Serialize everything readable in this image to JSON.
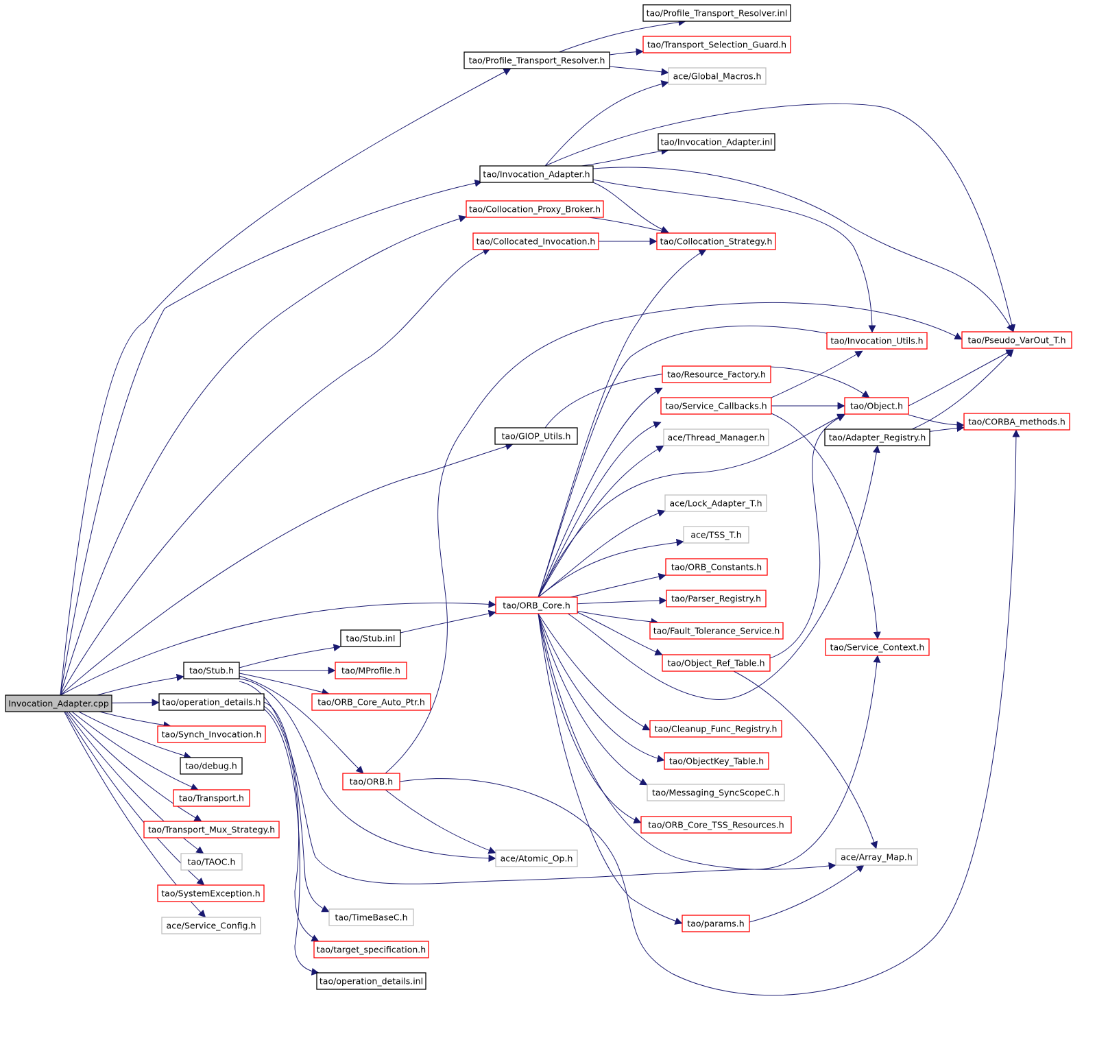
{
  "diagram": {
    "colors": {
      "edge": "#191970",
      "black": "#000000",
      "red": "#ff0000",
      "grey": "#bfbfbf",
      "root_fill": "#bfbfbf"
    },
    "nodes": [
      {
        "id": "n0",
        "label": "Invocation_Adapter.cpp",
        "kind": "root"
      },
      {
        "id": "n1",
        "label": "tao/Profile_Transport_Resolver.inl",
        "kind": "black"
      },
      {
        "id": "n2",
        "label": "tao/Transport_Selection_Guard.h",
        "kind": "red"
      },
      {
        "id": "n3",
        "label": "tao/Profile_Transport_Resolver.h",
        "kind": "black"
      },
      {
        "id": "n4",
        "label": "ace/Global_Macros.h",
        "kind": "grey"
      },
      {
        "id": "n5",
        "label": "tao/Invocation_Adapter.inl",
        "kind": "black"
      },
      {
        "id": "n6",
        "label": "tao/Invocation_Adapter.h",
        "kind": "black"
      },
      {
        "id": "n7",
        "label": "tao/Collocation_Proxy_Broker.h",
        "kind": "red"
      },
      {
        "id": "n8",
        "label": "tao/Collocated_Invocation.h",
        "kind": "red"
      },
      {
        "id": "n9",
        "label": "tao/Collocation_Strategy.h",
        "kind": "red"
      },
      {
        "id": "n10",
        "label": "tao/Invocation_Utils.h",
        "kind": "red"
      },
      {
        "id": "n11",
        "label": "tao/Pseudo_VarOut_T.h",
        "kind": "red"
      },
      {
        "id": "n12",
        "label": "tao/Resource_Factory.h",
        "kind": "red"
      },
      {
        "id": "n13",
        "label": "tao/Service_Callbacks.h",
        "kind": "red"
      },
      {
        "id": "n14",
        "label": "tao/Object.h",
        "kind": "red"
      },
      {
        "id": "n15",
        "label": "tao/CORBA_methods.h",
        "kind": "red"
      },
      {
        "id": "n16",
        "label": "tao/GIOP_Utils.h",
        "kind": "black"
      },
      {
        "id": "n17",
        "label": "ace/Thread_Manager.h",
        "kind": "grey"
      },
      {
        "id": "n18",
        "label": "tao/Adapter_Registry.h",
        "kind": "black"
      },
      {
        "id": "n19",
        "label": "ace/Lock_Adapter_T.h",
        "kind": "grey"
      },
      {
        "id": "n20",
        "label": "ace/TSS_T.h",
        "kind": "grey"
      },
      {
        "id": "n21",
        "label": "tao/ORB_Constants.h",
        "kind": "red"
      },
      {
        "id": "n22",
        "label": "tao/Parser_Registry.h",
        "kind": "red"
      },
      {
        "id": "n23",
        "label": "tao/ORB_Core.h",
        "kind": "red"
      },
      {
        "id": "n24",
        "label": "tao/Fault_Tolerance_Service.h",
        "kind": "red"
      },
      {
        "id": "n25",
        "label": "tao/Stub.inl",
        "kind": "black"
      },
      {
        "id": "n26",
        "label": "tao/Service_Context.h",
        "kind": "red"
      },
      {
        "id": "n27",
        "label": "tao/Object_Ref_Table.h",
        "kind": "red"
      },
      {
        "id": "n28",
        "label": "tao/Stub.h",
        "kind": "black"
      },
      {
        "id": "n29",
        "label": "tao/MProfile.h",
        "kind": "red"
      },
      {
        "id": "n30",
        "label": "tao/operation_details.h",
        "kind": "black"
      },
      {
        "id": "n31",
        "label": "tao/ORB_Core_Auto_Ptr.h",
        "kind": "red"
      },
      {
        "id": "n32",
        "label": "tao/Synch_Invocation.h",
        "kind": "red"
      },
      {
        "id": "n33",
        "label": "tao/Cleanup_Func_Registry.h",
        "kind": "red"
      },
      {
        "id": "n34",
        "label": "tao/debug.h",
        "kind": "black"
      },
      {
        "id": "n35",
        "label": "tao/ObjectKey_Table.h",
        "kind": "red"
      },
      {
        "id": "n36",
        "label": "tao/ORB.h",
        "kind": "red"
      },
      {
        "id": "n37",
        "label": "tao/Transport.h",
        "kind": "red"
      },
      {
        "id": "n38",
        "label": "tao/Messaging_SyncScopeC.h",
        "kind": "grey"
      },
      {
        "id": "n39",
        "label": "tao/Transport_Mux_Strategy.h",
        "kind": "red"
      },
      {
        "id": "n40",
        "label": "tao/ORB_Core_TSS_Resources.h",
        "kind": "red"
      },
      {
        "id": "n41",
        "label": "ace/Atomic_Op.h",
        "kind": "grey"
      },
      {
        "id": "n42",
        "label": "ace/Array_Map.h",
        "kind": "grey"
      },
      {
        "id": "n43",
        "label": "tao/TAOC.h",
        "kind": "grey"
      },
      {
        "id": "n44",
        "label": "tao/SystemException.h",
        "kind": "red"
      },
      {
        "id": "n45",
        "label": "tao/TimeBaseC.h",
        "kind": "grey"
      },
      {
        "id": "n46",
        "label": "ace/Service_Config.h",
        "kind": "grey"
      },
      {
        "id": "n47",
        "label": "tao/params.h",
        "kind": "red"
      },
      {
        "id": "n48",
        "label": "tao/target_specification.h",
        "kind": "red"
      },
      {
        "id": "n49",
        "label": "tao/operation_details.inl",
        "kind": "black"
      }
    ],
    "edges": [
      [
        "n0",
        "n3"
      ],
      [
        "n0",
        "n6"
      ],
      [
        "n0",
        "n7"
      ],
      [
        "n0",
        "n8"
      ],
      [
        "n0",
        "n16"
      ],
      [
        "n0",
        "n23"
      ],
      [
        "n0",
        "n28"
      ],
      [
        "n0",
        "n30"
      ],
      [
        "n0",
        "n32"
      ],
      [
        "n0",
        "n34"
      ],
      [
        "n0",
        "n37"
      ],
      [
        "n0",
        "n39"
      ],
      [
        "n0",
        "n43"
      ],
      [
        "n0",
        "n44"
      ],
      [
        "n0",
        "n46"
      ],
      [
        "n3",
        "n1"
      ],
      [
        "n3",
        "n2"
      ],
      [
        "n3",
        "n4"
      ],
      [
        "n6",
        "n4"
      ],
      [
        "n6",
        "n5"
      ],
      [
        "n6",
        "n9"
      ],
      [
        "n6",
        "n10"
      ],
      [
        "n6",
        "n11"
      ],
      [
        "n6",
        "n15"
      ],
      [
        "n7",
        "n9"
      ],
      [
        "n8",
        "n9"
      ],
      [
        "n16",
        "n14"
      ],
      [
        "n23",
        "n9"
      ],
      [
        "n23",
        "n10"
      ],
      [
        "n23",
        "n12"
      ],
      [
        "n23",
        "n13"
      ],
      [
        "n23",
        "n14"
      ],
      [
        "n23",
        "n17"
      ],
      [
        "n23",
        "n18"
      ],
      [
        "n23",
        "n19"
      ],
      [
        "n23",
        "n20"
      ],
      [
        "n23",
        "n21"
      ],
      [
        "n23",
        "n22"
      ],
      [
        "n23",
        "n24"
      ],
      [
        "n23",
        "n27"
      ],
      [
        "n23",
        "n33"
      ],
      [
        "n23",
        "n35"
      ],
      [
        "n23",
        "n38"
      ],
      [
        "n23",
        "n40"
      ],
      [
        "n23",
        "n42"
      ],
      [
        "n23",
        "n47"
      ],
      [
        "n13",
        "n10"
      ],
      [
        "n13",
        "n14"
      ],
      [
        "n13",
        "n26"
      ],
      [
        "n14",
        "n11"
      ],
      [
        "n14",
        "n15"
      ],
      [
        "n18",
        "n11"
      ],
      [
        "n18",
        "n15"
      ],
      [
        "n27",
        "n14"
      ],
      [
        "n27",
        "n42"
      ],
      [
        "n47",
        "n42"
      ],
      [
        "n25",
        "n23"
      ],
      [
        "n28",
        "n25"
      ],
      [
        "n28",
        "n29"
      ],
      [
        "n28",
        "n31"
      ],
      [
        "n28",
        "n36"
      ],
      [
        "n28",
        "n41"
      ],
      [
        "n28",
        "n26"
      ],
      [
        "n30",
        "n45"
      ],
      [
        "n30",
        "n48"
      ],
      [
        "n30",
        "n49"
      ],
      [
        "n36",
        "n11"
      ],
      [
        "n36",
        "n41"
      ],
      [
        "n36",
        "n15"
      ]
    ]
  }
}
